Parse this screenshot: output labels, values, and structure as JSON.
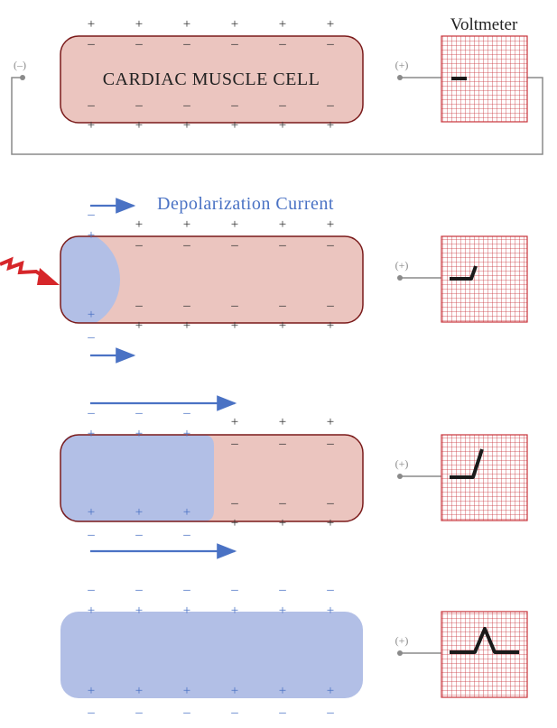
{
  "voltmeter_label": "Voltmeter",
  "cell_label": "CARDIAC MUSCLE CELL",
  "neg_terminal_label": "(–)",
  "pos_terminal_label": "(+)",
  "current_label": "Depolarization Current",
  "plus_sign": "+",
  "minus_sign": "–",
  "colors": {
    "cell_fill": "#ebc5bf",
    "cell_border": "#7a1a1a",
    "depolarized_fill": "#b2bfe6",
    "blue": "#4a72c4",
    "grid": "#c8323a",
    "trace": "#1a1a1a",
    "wire": "#8a8a8a",
    "stimulus": "#d6262a"
  },
  "icons": [
    "stimulus-zigzag-arrow-icon",
    "depolarization-arrow-icon"
  ]
}
